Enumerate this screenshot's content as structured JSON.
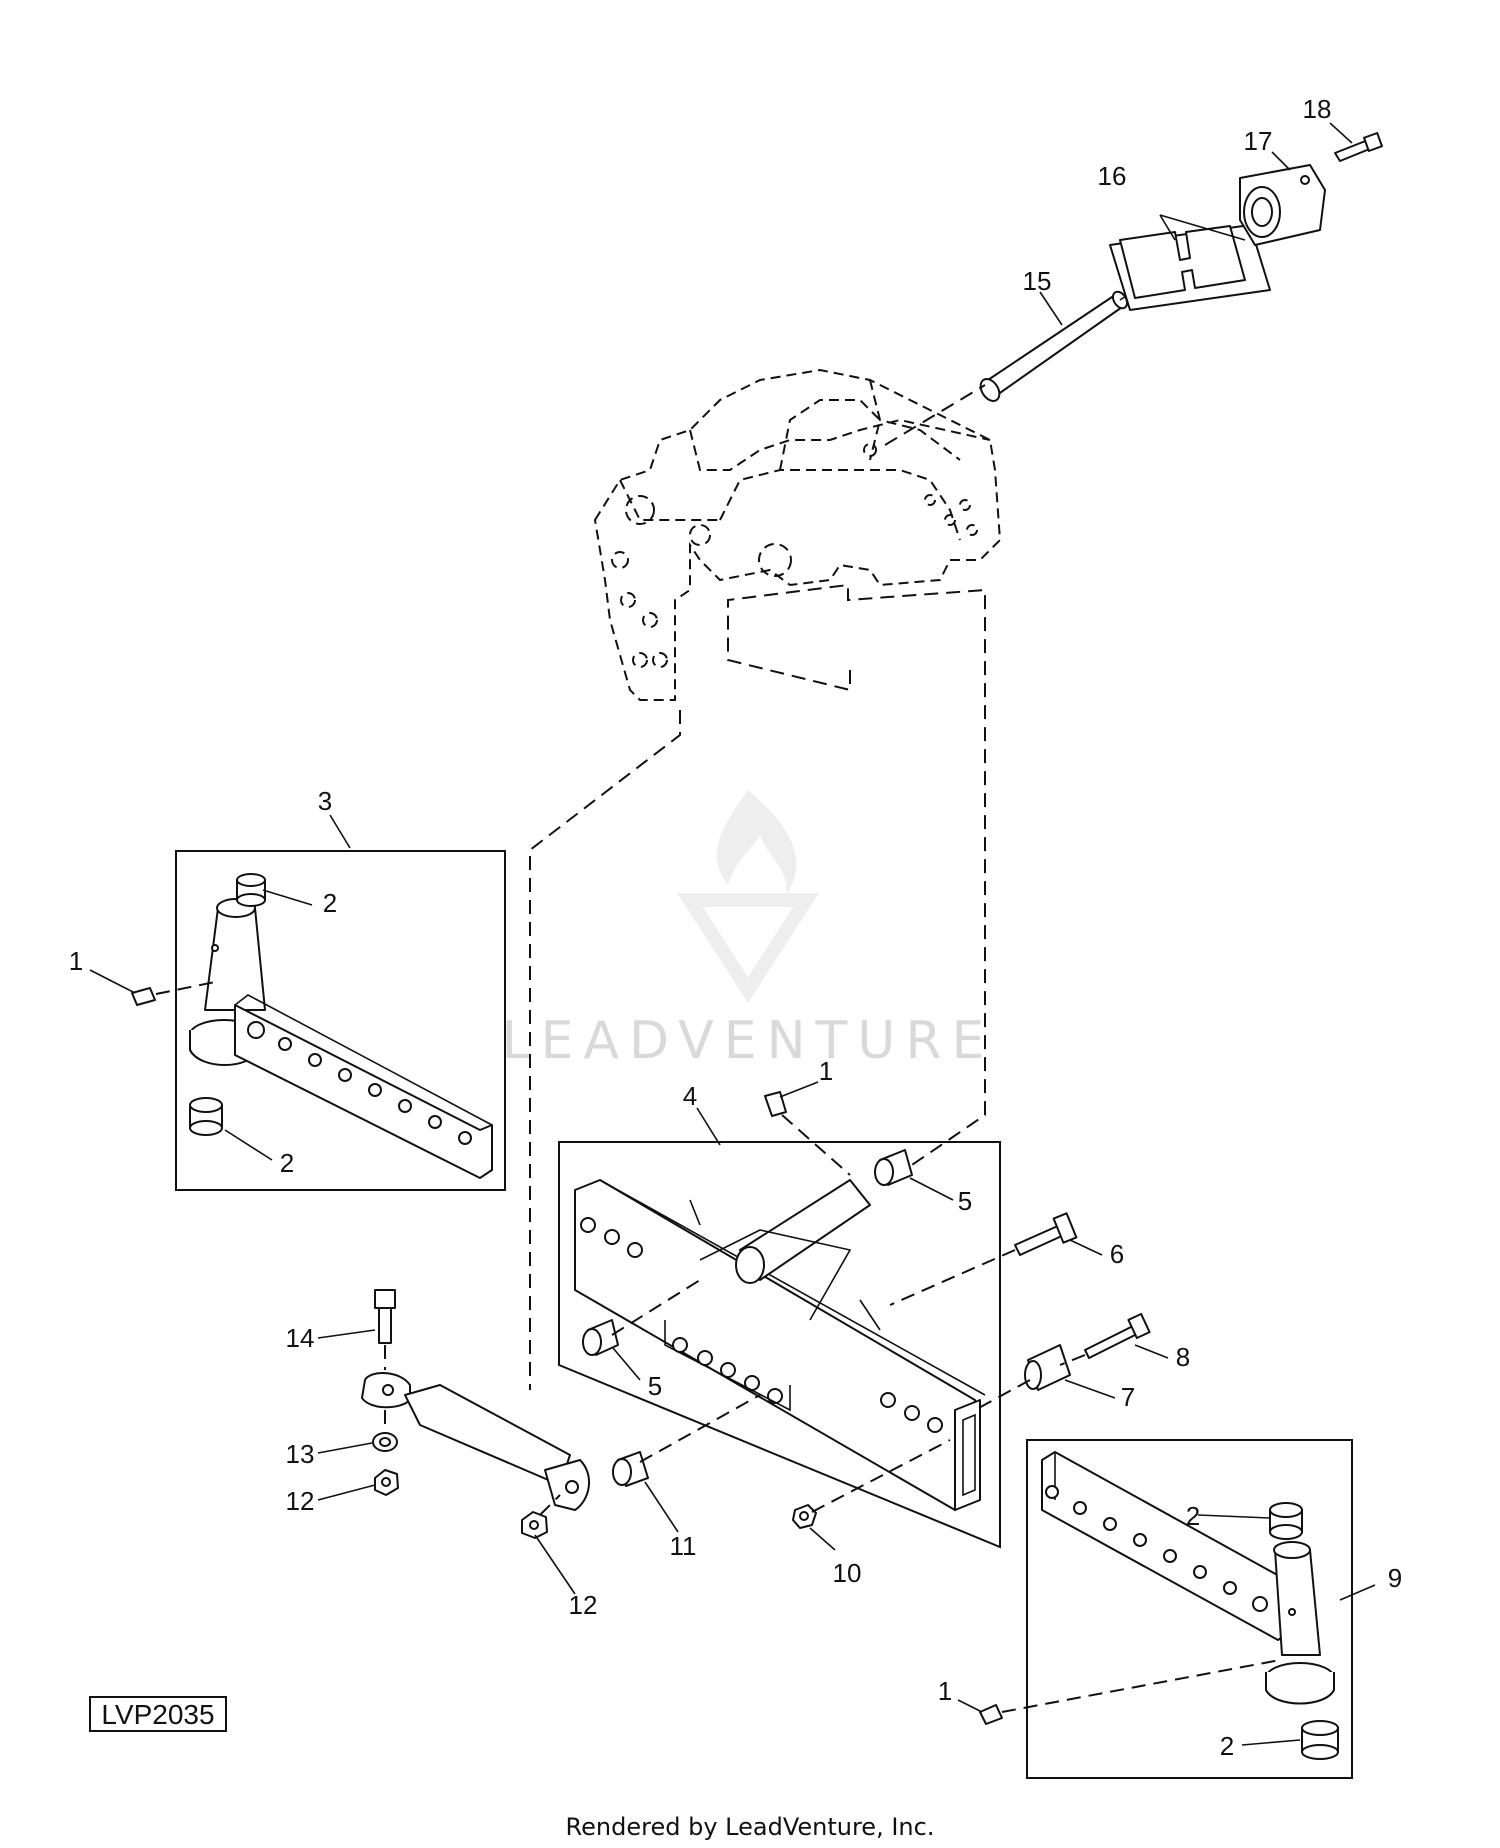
{
  "figure_id": "LVP2035",
  "watermark": "LEADVENTURE",
  "footer": "Rendered by LeadVenture, Inc.",
  "callouts": {
    "c1a": "1",
    "c1b": "1",
    "c1c": "1",
    "c2a": "2",
    "c2b": "2",
    "c2c": "2",
    "c2d": "2",
    "c3": "3",
    "c4": "4",
    "c5a": "5",
    "c5b": "5",
    "c6": "6",
    "c7": "7",
    "c8": "8",
    "c9": "9",
    "c10": "10",
    "c11": "11",
    "c12a": "12",
    "c12b": "12",
    "c13": "13",
    "c14": "14",
    "c15": "15",
    "c16": "16",
    "c17": "17",
    "c18": "18"
  }
}
